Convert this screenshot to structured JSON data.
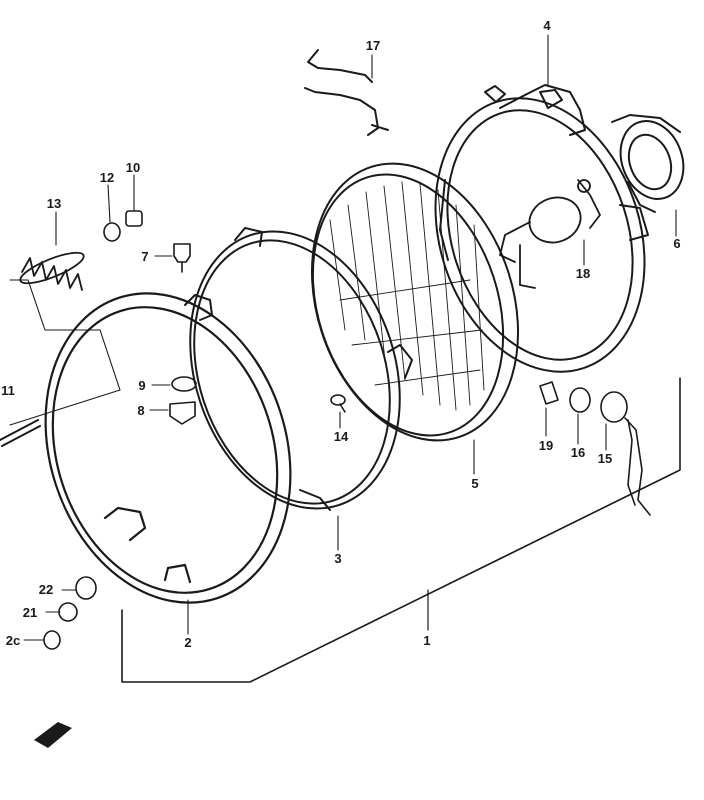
{
  "callouts": {
    "c1": "1",
    "c2": "2",
    "c3": "3",
    "c4": "4",
    "c5": "5",
    "c6": "6",
    "c7": "7",
    "c8": "8",
    "c9": "9",
    "c10": "10",
    "c11": "11",
    "c13": "13",
    "c12": "12",
    "c14": "14",
    "c15": "15",
    "c16": "16",
    "c17": "17",
    "c18": "18",
    "c19": "19",
    "c20": "2c",
    "c21": "21",
    "c22": "22"
  },
  "colors": {
    "ink": "#1a1a1a",
    "paper": "#ffffff"
  },
  "icons": {
    "front_indicator": "front-arrow-icon"
  }
}
